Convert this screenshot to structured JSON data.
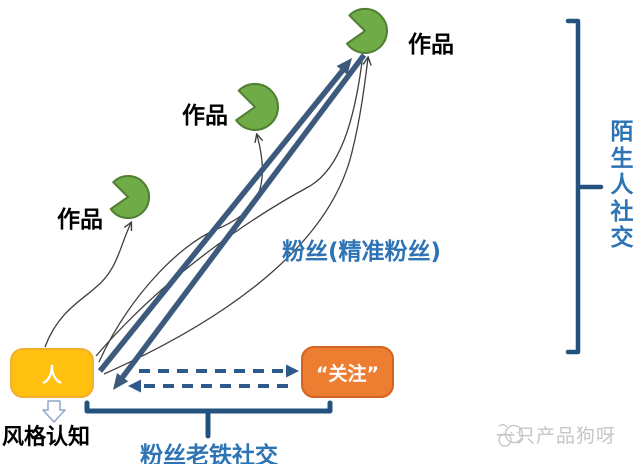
{
  "diagram": {
    "works": [
      {
        "label": "作品",
        "position": "top"
      },
      {
        "label": "作品",
        "position": "middle"
      },
      {
        "label": "作品",
        "position": "left"
      }
    ],
    "person_node": {
      "label": "人"
    },
    "follow_node": {
      "label": "“关注”"
    },
    "fans_label": "粉丝(精准粉丝)",
    "style_label": "风格认知",
    "bottom_group_label": "粉丝老铁社交",
    "right_group_label": "陌生人社交"
  },
  "watermark": {
    "text": "一只产品狗呀"
  },
  "colors": {
    "accent_blue_text": "#2E74B5",
    "arrow_navy": "#3D5A7C",
    "dashed_arrow_navy": "#2E598C",
    "bracket_navy": "#24527E",
    "pacman_green": "#6FAC47",
    "pacman_green_border": "#507E32",
    "person_yellow": "#FFC010",
    "follow_orange": "#ED7D31",
    "thin_curve_gray": "#3F3F3F",
    "watermark_gray": "#C6C6C6"
  },
  "icons": {
    "work_icon": "pacman-pie-shape",
    "down_arrow_icon": "hollow-down-arrow",
    "watermark_icon": "dog-doodle"
  }
}
